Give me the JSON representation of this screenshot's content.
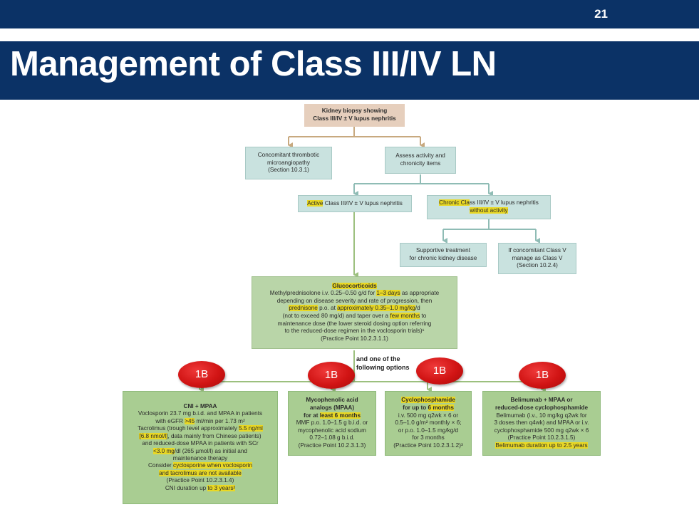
{
  "header": {
    "page_number": "21",
    "title": "Management of Class III/IV LN"
  },
  "flowchart": {
    "root": {
      "line1": "Kidney biopsy showing",
      "line2": "Class III/IV ± V lupus nephritis"
    },
    "tma": {
      "line1": "Concomitant thrombotic",
      "line2": "microangiopathy",
      "line3": "(Section 10.3.1)"
    },
    "assess": {
      "line1": "Assess activity and",
      "line2": "chronicity items"
    },
    "active": {
      "highlight": "Active",
      "text": " Class III/IV ± V lupus nephritis"
    },
    "chronic": {
      "highlight": "Chronic Cla",
      "text": "ss III/IV ± V lupus nephritis",
      "line2_highlight": "without activity"
    },
    "supportive": {
      "line1": "Supportive treatment",
      "line2": "for chronic kidney disease"
    },
    "classv": {
      "line1": "If concomitant Class V",
      "line2": "manage as Class V",
      "line3": "(Section 10.2.4)"
    },
    "glucocorticoids": {
      "heading": "Glucocorticoids",
      "l1a": "Methylprednisolone i.v. 0.25–0.50 g/d for ",
      "l1b": "1–3 days",
      "l1c": " as appropriate",
      "l2": "depending on disease severity and rate of progression, then",
      "l3a": "prednisone",
      "l3b": " p.o. at ",
      "l3c": "approximately 0.35–1.0 mg/kg",
      "l3d": "/d",
      "l4a": "(not to exceed 80 mg/d) and taper over a ",
      "l4b": "few months",
      "l4c": " to",
      "l5": "maintenance dose (the lower steroid dosing option referring",
      "l6": "to the reduced-dose regimen in the voclosporin trials)¹",
      "l7": "(Practice Point 10.2.3.1.1)"
    },
    "and_one_of": {
      "line1": "and one of the",
      "line2": "following options"
    },
    "badges": [
      "1B",
      "1B",
      "1B",
      "1B"
    ],
    "cni": {
      "heading": "CNI + MPAA",
      "l1": "Voclosporin 23.7 mg b.i.d. and MPAA in patients",
      "l2a": "with eGFR ",
      "l2b": ">45",
      "l2c": " ml/min per 1.73 m²",
      "l3a": "Tacrolimus (trough level approximately ",
      "l3b": "5.5 ng/ml",
      "l4a": "[6.8 nmol/l]",
      "l4b": ", data mainly from Chinese patients)",
      "l5": "and reduced-dose MPAA in patients with SCr",
      "l6a": "<3.0 mg",
      "l6b": "/dl (265 µmol/l) as initial and",
      "l7": "maintenance therapy",
      "l8a": "Consider ",
      "l8b": "cyclosporine when voclosporin",
      "l9": "and tacrolimus are not available",
      "l10": "(Practice Point 10.2.3.1.4)",
      "l11a": "CNI duration up ",
      "l11b": "to 3 years²"
    },
    "mpaa": {
      "heading1": "Mycophenolic acid",
      "heading2": "analogs (MPAA)",
      "l1a": "for at ",
      "l1b": "least 6 months",
      "l2": "MMF p.o. 1.0–1.5 g b.i.d. or",
      "l3": "mycophenolic acid sodium",
      "l4": "0.72–1.08 g b.i.d.",
      "l5": "(Practice Point 10.2.3.1.3)"
    },
    "cyclo": {
      "heading1": "Cyclophosphamide",
      "heading2a": "for up to ",
      "heading2b": "6 months",
      "l1": "i.v. 500 mg q2wk × 6 or",
      "l2": "0.5–1.0 g/m² monthly × 6;",
      "l3": "or p.o. 1.0–1.5 mg/kg/d",
      "l4": "for 3 months",
      "l5": "(Practice Point 10.2.3.1.2)³"
    },
    "belimumab": {
      "heading1": "Belimumab + MPAA or",
      "heading2": "reduced-dose cyclophosphamide",
      "l1": "Belimumab (i.v., 10 mg/kg q2wk for",
      "l2": "3 doses then q4wk) and MPAA or i.v.",
      "l3": "cyclophosphamide 500 mg q2wk × 6",
      "l4": "(Practice Point 10.2.3.1.5)",
      "l5": "Belimumab duration up to 2.5 years"
    }
  },
  "colors": {
    "banner": "#0b3266",
    "root_box": "#e6cfbd",
    "teal_box": "#c9e2df",
    "green_box": "#b9d5a8",
    "highlight": "#e9d824",
    "badge": "#d11414",
    "arrow_tan": "#c8a97f",
    "arrow_teal": "#8fbcb5",
    "arrow_green": "#9cc07e"
  }
}
